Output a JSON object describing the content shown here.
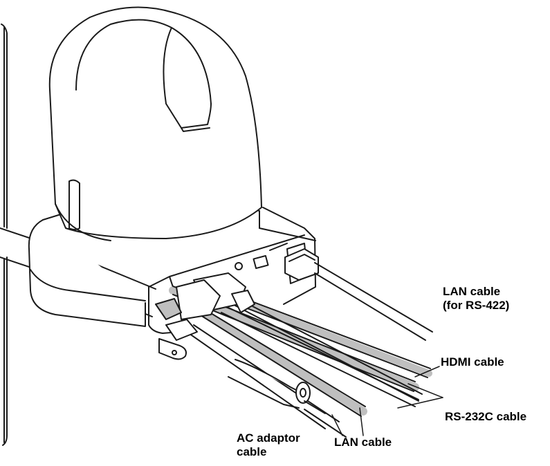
{
  "labels": {
    "lan_rs422_line1": "LAN cable",
    "lan_rs422_line2": "(for RS-422)",
    "hdmi": "HDMI cable",
    "rs232c": "RS-232C cable",
    "ac_line1": "AC adaptor",
    "ac_line2": "cable",
    "lan": "LAN cable"
  },
  "colors": {
    "line": "#1a1a1a",
    "fill": "#ffffff",
    "cable_highlight": "#bfbfbf"
  }
}
